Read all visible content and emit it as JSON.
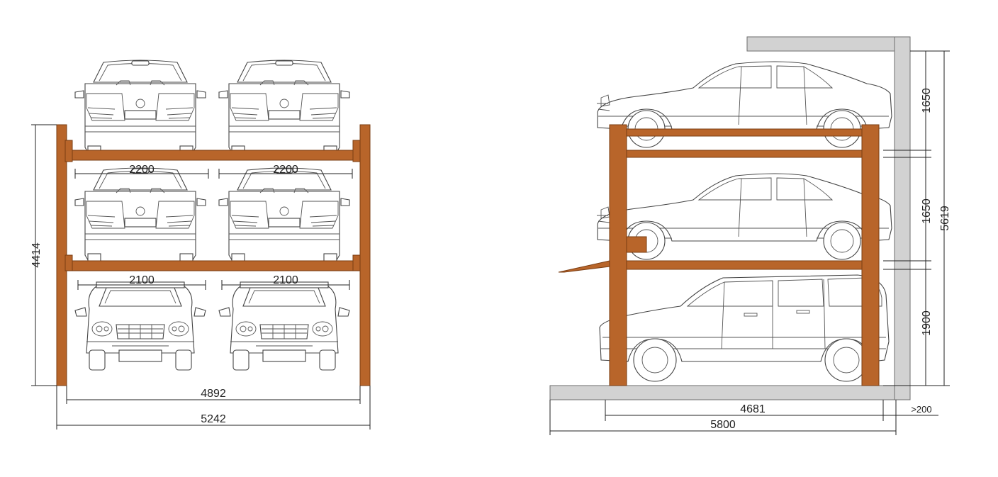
{
  "colors": {
    "frame": "#b8652a",
    "frame_edge": "#7a3d12",
    "wall": "#d2d2d2",
    "wall_edge": "#6d6d6d",
    "line": "#222222"
  },
  "front_view": {
    "dimensions": {
      "upper_platform_width_left": "2200",
      "upper_platform_width_right": "2200",
      "lower_platform_width_left": "2100",
      "lower_platform_width_right": "2100",
      "total_height": "4414",
      "inner_width": "4892",
      "outer_width": "5242"
    }
  },
  "side_view": {
    "dimensions": {
      "upper_level_height": "1650",
      "middle_level_height": "1650",
      "lower_level_height": "1900",
      "total_height": "5619",
      "post_spacing": "4681",
      "total_length": "5800",
      "wall_clearance": ">200"
    }
  }
}
